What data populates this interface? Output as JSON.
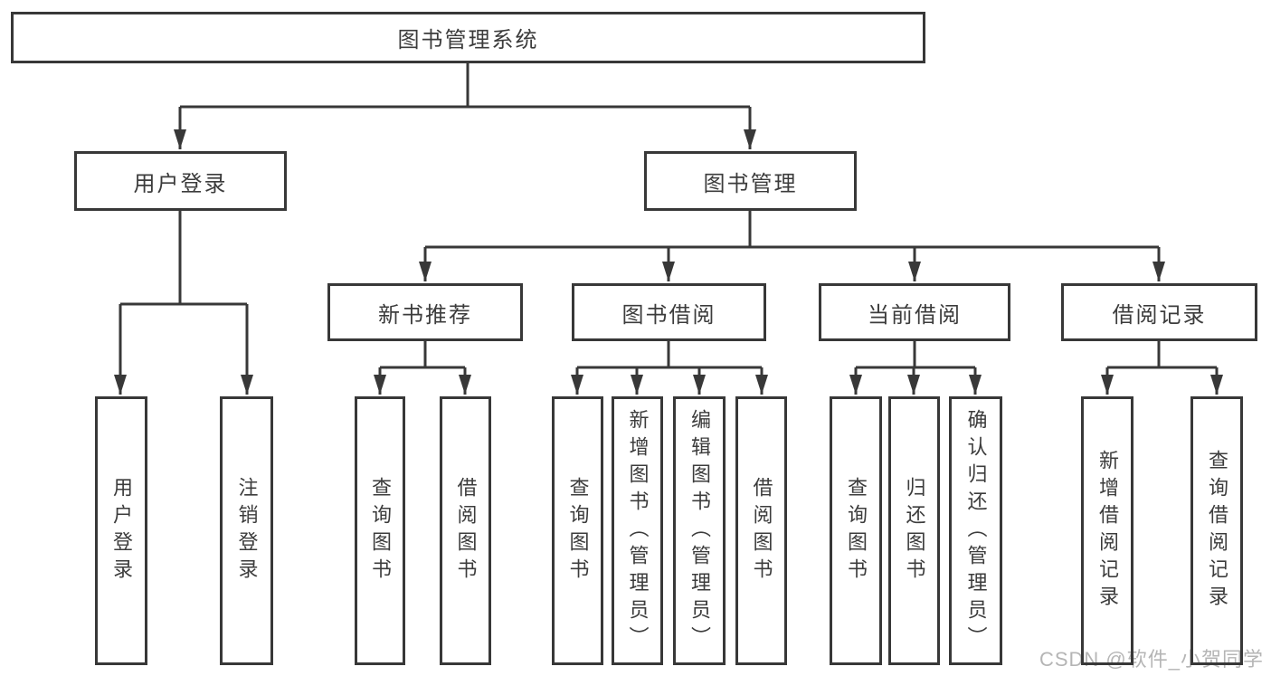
{
  "diagram": {
    "title": "图书管理系统",
    "colors": {
      "line": "#383838",
      "text": "#3c3c3c",
      "background": "#ffffff",
      "watermark": "#b5b5b5"
    },
    "nodes": {
      "root": {
        "label": "图书管理系统"
      },
      "user_login": {
        "label": "用户登录"
      },
      "book_mgmt": {
        "label": "图书管理"
      },
      "new_book": {
        "label": "新书推荐"
      },
      "book_borrow": {
        "label": "图书借阅"
      },
      "current_borrow": {
        "label": "当前借阅"
      },
      "borrow_record": {
        "label": "借阅记录"
      },
      "leaf_user_login": {
        "label": "用户登录"
      },
      "leaf_logout": {
        "label": "注销登录"
      },
      "nb_query": {
        "label": "查询图书"
      },
      "nb_borrow": {
        "label": "借阅图书"
      },
      "bb_query": {
        "label": "查询图书"
      },
      "bb_add": {
        "label": "新增图书（管理员）"
      },
      "bb_edit": {
        "label": "编辑图书（管理员）"
      },
      "bb_borrow": {
        "label": "借阅图书"
      },
      "cb_query": {
        "label": "查询图书"
      },
      "cb_return": {
        "label": "归还图书"
      },
      "cb_confirm": {
        "label": "确认归还（管理员）"
      },
      "br_add": {
        "label": "新增借阅记录"
      },
      "br_query": {
        "label": "查询借阅记录"
      }
    },
    "edges": [
      {
        "from": "root",
        "to": "user_login"
      },
      {
        "from": "root",
        "to": "book_mgmt"
      },
      {
        "from": "user_login",
        "to": "leaf_user_login"
      },
      {
        "from": "user_login",
        "to": "leaf_logout"
      },
      {
        "from": "book_mgmt",
        "to": "new_book"
      },
      {
        "from": "book_mgmt",
        "to": "book_borrow"
      },
      {
        "from": "book_mgmt",
        "to": "current_borrow"
      },
      {
        "from": "book_mgmt",
        "to": "borrow_record"
      },
      {
        "from": "new_book",
        "to": "nb_query"
      },
      {
        "from": "new_book",
        "to": "nb_borrow"
      },
      {
        "from": "book_borrow",
        "to": "bb_query"
      },
      {
        "from": "book_borrow",
        "to": "bb_add"
      },
      {
        "from": "book_borrow",
        "to": "bb_edit"
      },
      {
        "from": "book_borrow",
        "to": "bb_borrow"
      },
      {
        "from": "current_borrow",
        "to": "cb_query"
      },
      {
        "from": "current_borrow",
        "to": "cb_return"
      },
      {
        "from": "current_borrow",
        "to": "cb_confirm"
      },
      {
        "from": "borrow_record",
        "to": "br_add"
      },
      {
        "from": "borrow_record",
        "to": "br_query"
      }
    ],
    "watermark": "CSDN @软件_小贺同学"
  }
}
